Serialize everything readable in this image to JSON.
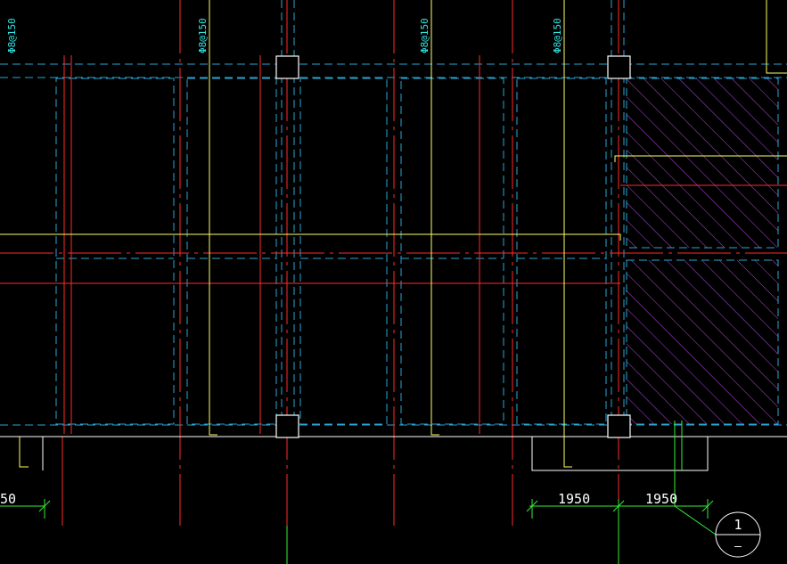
{
  "drawing": {
    "rebar_labels": [
      "Φ8@150",
      "Φ8@150",
      "Φ8@150",
      "Φ8@150"
    ],
    "dimensions": {
      "left_partial": "50",
      "first": "1950",
      "second": "1950"
    },
    "section_marker": {
      "number": "1",
      "sheet": "–"
    }
  },
  "colors": {
    "background": "#000000",
    "red_line": "#ff2a2a",
    "yellow_line": "#ffff66",
    "cyan_dash": "#2aa6d6",
    "white_line": "#ffffff",
    "green_line": "#33ee33",
    "hatch": "#b44ae0",
    "label_cyan": "#33e6e6"
  }
}
